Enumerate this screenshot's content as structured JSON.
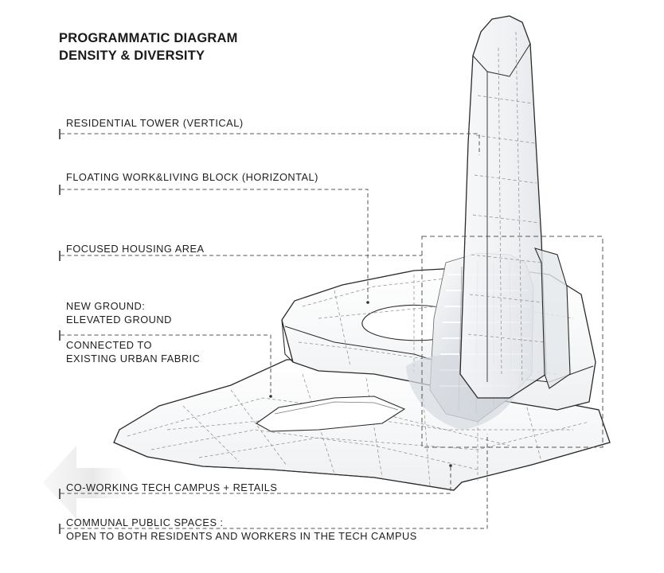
{
  "title": {
    "line1": "PROGRAMMATIC DIAGRAM",
    "line2": "DENSITY & DIVERSITY"
  },
  "labels": {
    "residential_tower": "RESIDENTIAL TOWER (VERTICAL)",
    "floating_block": "FLOATING WORK&LIVING BLOCK (HORIZONTAL)",
    "focused_housing": "FOCUSED HOUSING AREA",
    "new_ground_1": "NEW GROUND:",
    "new_ground_2": "ELEVATED GROUND",
    "connected_1": "CONNECTED TO",
    "connected_2": "EXISTING URBAN FABRIC",
    "coworking": "CO-WORKING TECH CAMPUS + RETAILS",
    "communal_1": "COMMUNAL PUBLIC SPACES :",
    "communal_2": "OPEN TO BOTH RESIDENTS AND WORKERS IN THE TECH CAMPUS"
  },
  "colors": {
    "text": "#1e1e1e",
    "line": "#2a2a2a",
    "leader": "#555555",
    "glass": "#eef0f3",
    "shadow": "#c9ced6"
  }
}
